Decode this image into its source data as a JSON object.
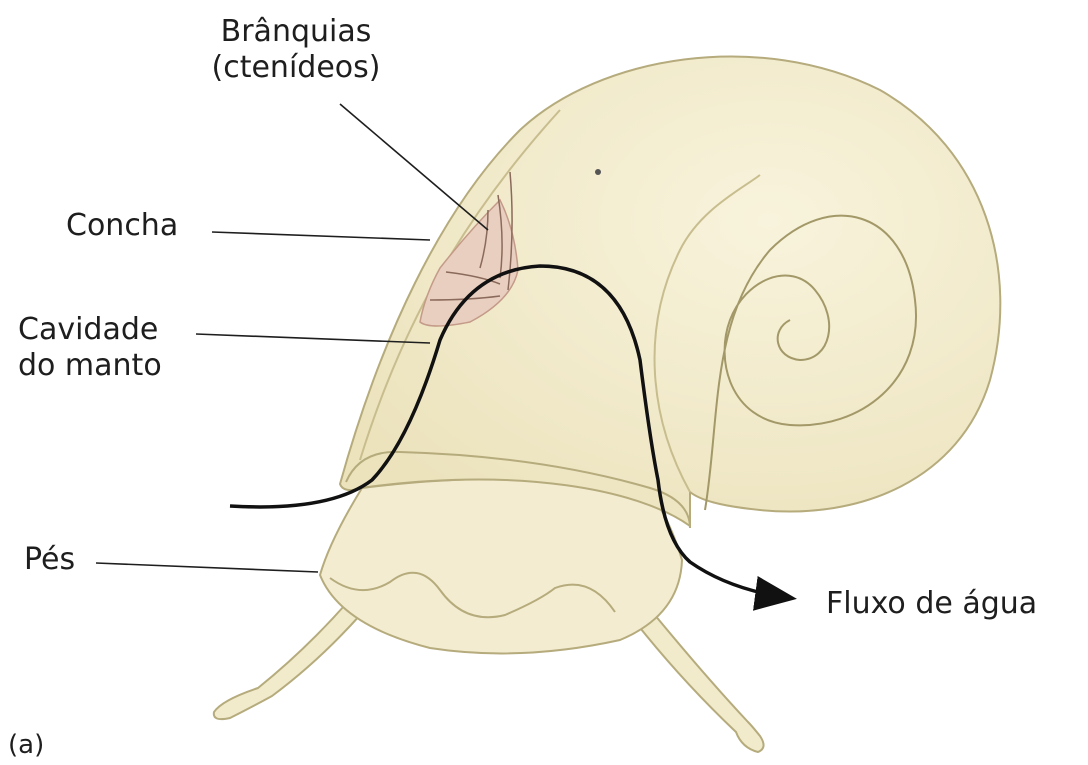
{
  "labels": {
    "branquias_line1": "Brânquias",
    "branquias_line2": "(ctenídeos)",
    "concha": "Concha",
    "cavidade_line1": "Cavidade",
    "cavidade_line2": "do manto",
    "pes": "Pés",
    "fluxo": "Fluxo de água",
    "caption": "(a)"
  },
  "colors": {
    "shell_fill": "#f4eed2",
    "shell_stroke": "#b5ab7c",
    "spiral_stroke": "#a29868",
    "gill_fill": "#e9cfc0",
    "water_flow": "#111111",
    "leader_line": "#1e1e1e",
    "text": "#1e1e1e"
  }
}
